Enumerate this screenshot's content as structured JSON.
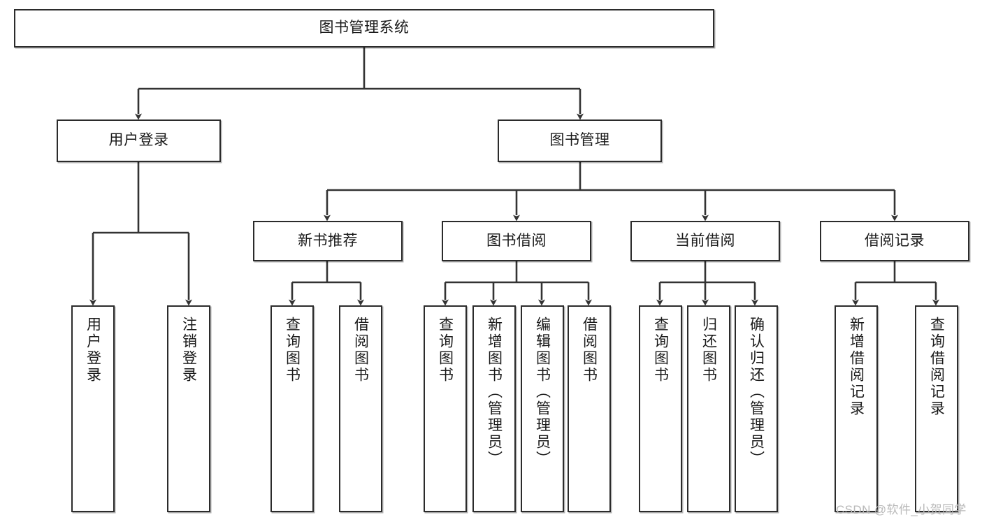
{
  "diagram": {
    "type": "hierarchy-tree",
    "title": "图书管理系统",
    "watermark": "CSDN @软件_小贺同学",
    "colors": {
      "box_border": "#2b2b2b",
      "box_fill": "#ffffff",
      "connector": "#333333",
      "text": "#1a1a1a",
      "watermark": "#b9b9b9"
    },
    "nodes": {
      "root": {
        "label": "图书管理系统"
      },
      "level2": [
        {
          "id": "user-login",
          "label": "用户登录"
        },
        {
          "id": "book-management",
          "label": "图书管理"
        }
      ],
      "level3": [
        {
          "id": "new-book-recommend",
          "label": "新书推荐"
        },
        {
          "id": "book-borrow",
          "label": "图书借阅"
        },
        {
          "id": "current-borrow",
          "label": "当前借阅"
        },
        {
          "id": "borrow-record",
          "label": "借阅记录"
        }
      ],
      "leaves": {
        "user_login": [
          {
            "id": "leaf-user-login",
            "label": "用户登录"
          },
          {
            "id": "leaf-user-logout",
            "label": "注销登录"
          }
        ],
        "new_book_recommend": [
          {
            "id": "leaf-query-book-1",
            "label": "查询图书"
          },
          {
            "id": "leaf-borrow-book-1",
            "label": "借阅图书"
          }
        ],
        "book_borrow": [
          {
            "id": "leaf-query-book-2",
            "label": "查询图书"
          },
          {
            "id": "leaf-add-book",
            "label": "新增图书（管理员）"
          },
          {
            "id": "leaf-edit-book",
            "label": "编辑图书（管理员）"
          },
          {
            "id": "leaf-borrow-book-2",
            "label": "借阅图书"
          }
        ],
        "current_borrow": [
          {
            "id": "leaf-query-book-3",
            "label": "查询图书"
          },
          {
            "id": "leaf-return-book",
            "label": "归还图书"
          },
          {
            "id": "leaf-confirm-return",
            "label": "确认归还（管理员）"
          }
        ],
        "borrow_record": [
          {
            "id": "leaf-add-record",
            "label": "新增借阅记录"
          },
          {
            "id": "leaf-query-record",
            "label": "查询借阅记录"
          }
        ]
      }
    },
    "edges": [
      {
        "from": "图书管理系统",
        "to": "用户登录"
      },
      {
        "from": "图书管理系统",
        "to": "图书管理"
      },
      {
        "from": "用户登录",
        "to": "用户登录"
      },
      {
        "from": "用户登录",
        "to": "注销登录"
      },
      {
        "from": "图书管理",
        "to": "新书推荐"
      },
      {
        "from": "图书管理",
        "to": "图书借阅"
      },
      {
        "from": "图书管理",
        "to": "当前借阅"
      },
      {
        "from": "图书管理",
        "to": "借阅记录"
      },
      {
        "from": "新书推荐",
        "to": "查询图书"
      },
      {
        "from": "新书推荐",
        "to": "借阅图书"
      },
      {
        "from": "图书借阅",
        "to": "查询图书"
      },
      {
        "from": "图书借阅",
        "to": "新增图书（管理员）"
      },
      {
        "from": "图书借阅",
        "to": "编辑图书（管理员）"
      },
      {
        "from": "图书借阅",
        "to": "借阅图书"
      },
      {
        "from": "当前借阅",
        "to": "查询图书"
      },
      {
        "from": "当前借阅",
        "to": "归还图书"
      },
      {
        "from": "当前借阅",
        "to": "确认归还（管理员）"
      },
      {
        "from": "借阅记录",
        "to": "新增借阅记录"
      },
      {
        "from": "借阅记录",
        "to": "查询借阅记录"
      }
    ]
  }
}
